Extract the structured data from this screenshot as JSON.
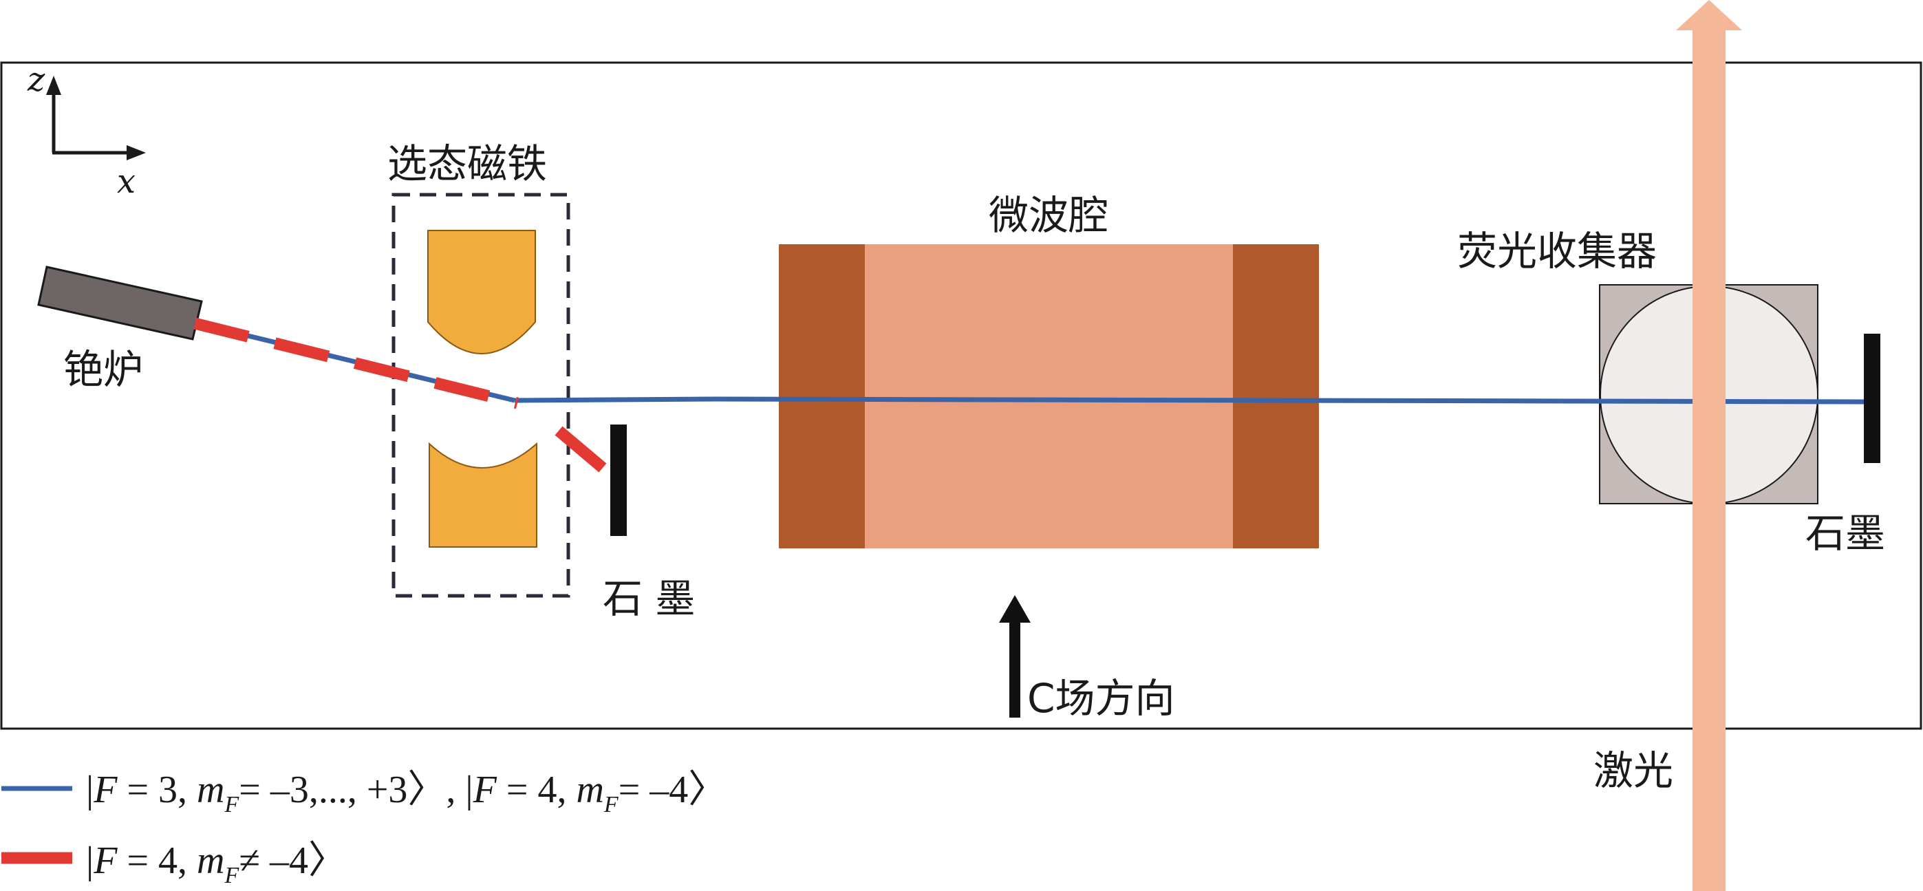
{
  "colors": {
    "frame": "#1a1a1a",
    "blue_beam": "#3a64a8",
    "red_beam": "#e23a32",
    "oven": "#6e6565",
    "magnet": "#f2ac3e",
    "magnet_edge": "#8a5a10",
    "cavity_end": "#b05a2c",
    "cavity_body": "#eaa07e",
    "collector_box": "#c4bbb8",
    "collector_circle": "#efeceb",
    "laser": "#f4b898",
    "graphite": "#111111"
  },
  "axes": {
    "z_label": "z",
    "x_label": "x"
  },
  "labels": {
    "oven": "铯炉",
    "state_magnet": "选态磁铁",
    "graphite_1": "石 墨",
    "microwave_cavity": "微波腔",
    "c_field": "C场方向",
    "fluorescence_collector": "荧光收集器",
    "graphite_2": "石墨",
    "laser": "激光"
  },
  "legend": [
    {
      "color": "blue",
      "parts": [
        {
          "t": "|",
          "i": false
        },
        {
          "t": "F",
          "i": true
        },
        {
          "t": " = 3, ",
          "i": false
        },
        {
          "t": "m",
          "i": true
        },
        {
          "t": "F",
          "i": true,
          "sub": true
        },
        {
          "t": "= –3,..., +3〉, |",
          "i": false
        },
        {
          "t": "F",
          "i": true
        },
        {
          "t": " = 4, ",
          "i": false
        },
        {
          "t": "m",
          "i": true
        },
        {
          "t": "F",
          "i": true,
          "sub": true
        },
        {
          "t": "= –4〉",
          "i": false
        }
      ]
    },
    {
      "color": "red",
      "parts": [
        {
          "t": "|",
          "i": false
        },
        {
          "t": "F",
          "i": true
        },
        {
          "t": " = 4, ",
          "i": false
        },
        {
          "t": "m",
          "i": true
        },
        {
          "t": "F",
          "i": true,
          "sub": true
        },
        {
          "t": "≠ –4〉",
          "i": false
        }
      ]
    }
  ]
}
